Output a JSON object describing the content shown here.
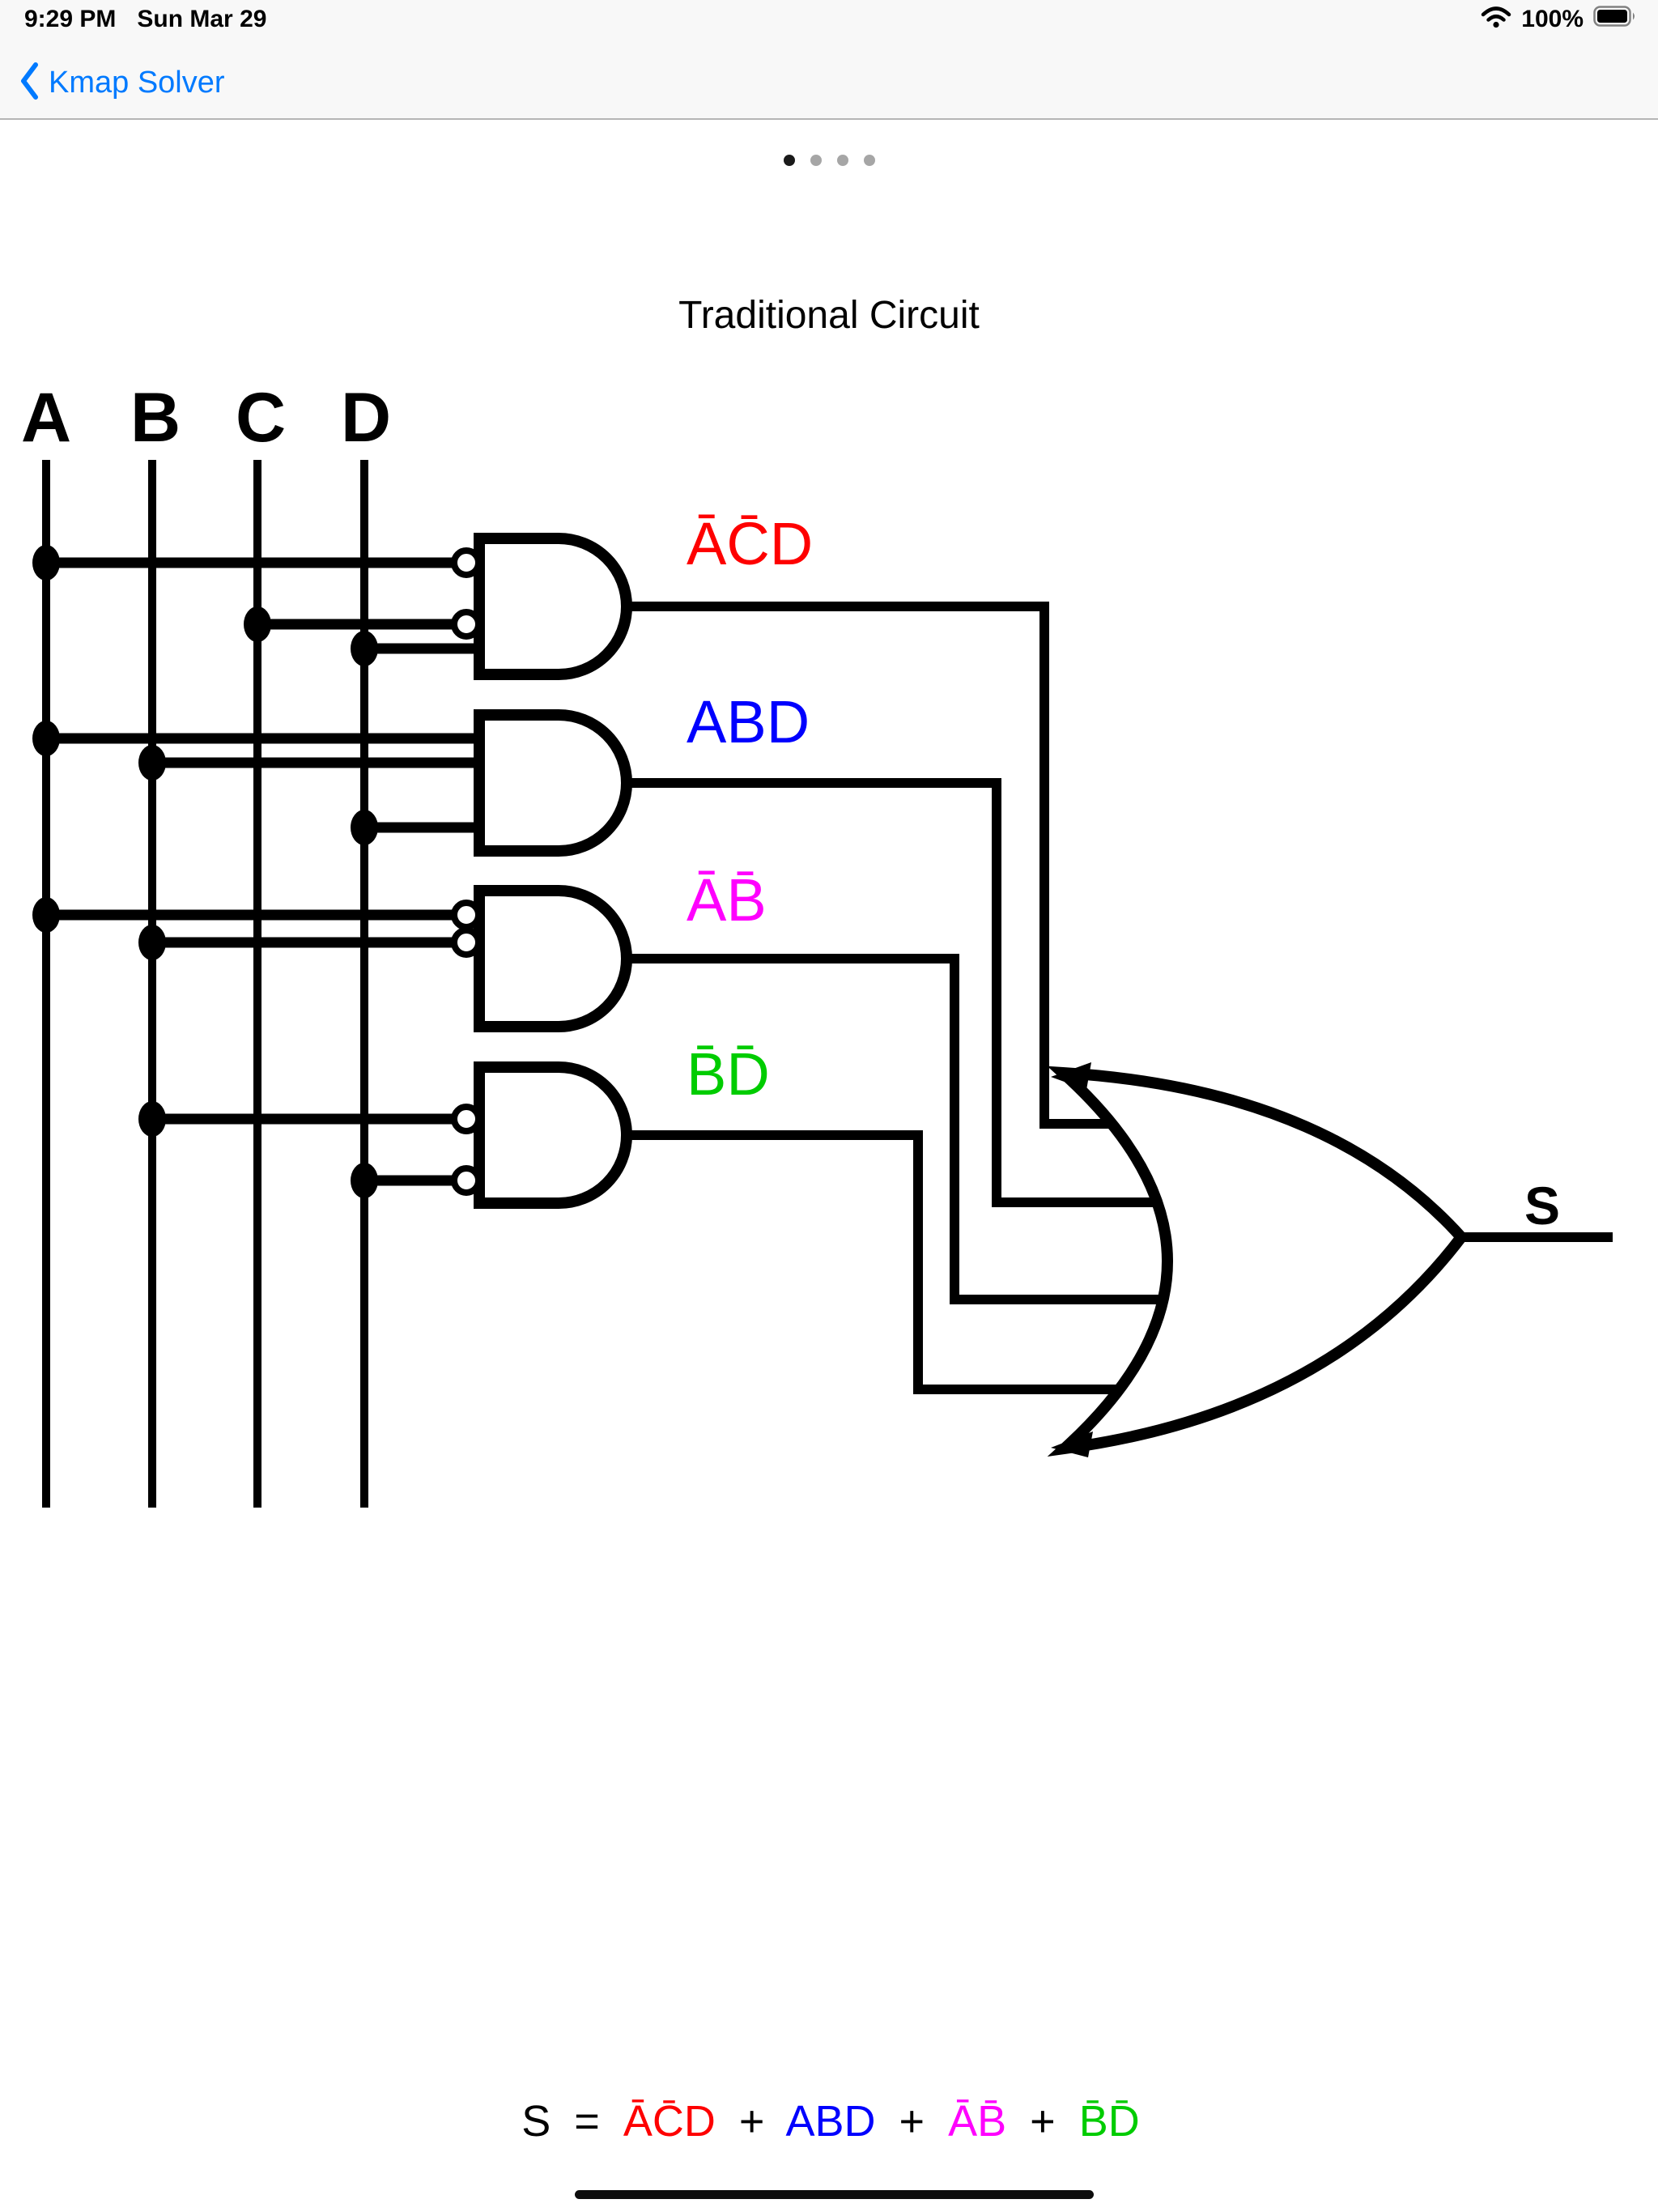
{
  "status_bar": {
    "time": "9:29 PM",
    "date": "Sun Mar 29",
    "battery_percent": "100%"
  },
  "nav_bar": {
    "back_label": "Kmap Solver",
    "accent_color": "#007aff"
  },
  "carousel": {
    "page_count": 4,
    "active_page": 1
  },
  "page": {
    "title": "Traditional Circuit"
  },
  "circuit": {
    "input_labels": [
      "A",
      "B",
      "C",
      "D"
    ],
    "and_gates": [
      {
        "label": "ĀC̄D",
        "color": "#fe0000",
        "inputs": "NOT A, NOT C, D"
      },
      {
        "label": "ABD",
        "color": "#0000fe",
        "inputs": "A, B, D"
      },
      {
        "label": "ĀB̄",
        "color": "#ff00fe",
        "inputs": "NOT A, NOT B"
      },
      {
        "label": "B̄D̄",
        "color": "#00cc00",
        "inputs": "NOT B, NOT D"
      }
    ],
    "or_gate": {
      "output_label": "S"
    }
  },
  "equation": {
    "lhs": "S",
    "equals": "=",
    "plus": "+",
    "terms": [
      {
        "text": "ĀC̄D",
        "color": "#fe0000"
      },
      {
        "text": "ABD",
        "color": "#0000fe"
      },
      {
        "text": "ĀB̄",
        "color": "#ff00fe"
      },
      {
        "text": "B̄D̄",
        "color": "#00cc00"
      }
    ]
  }
}
